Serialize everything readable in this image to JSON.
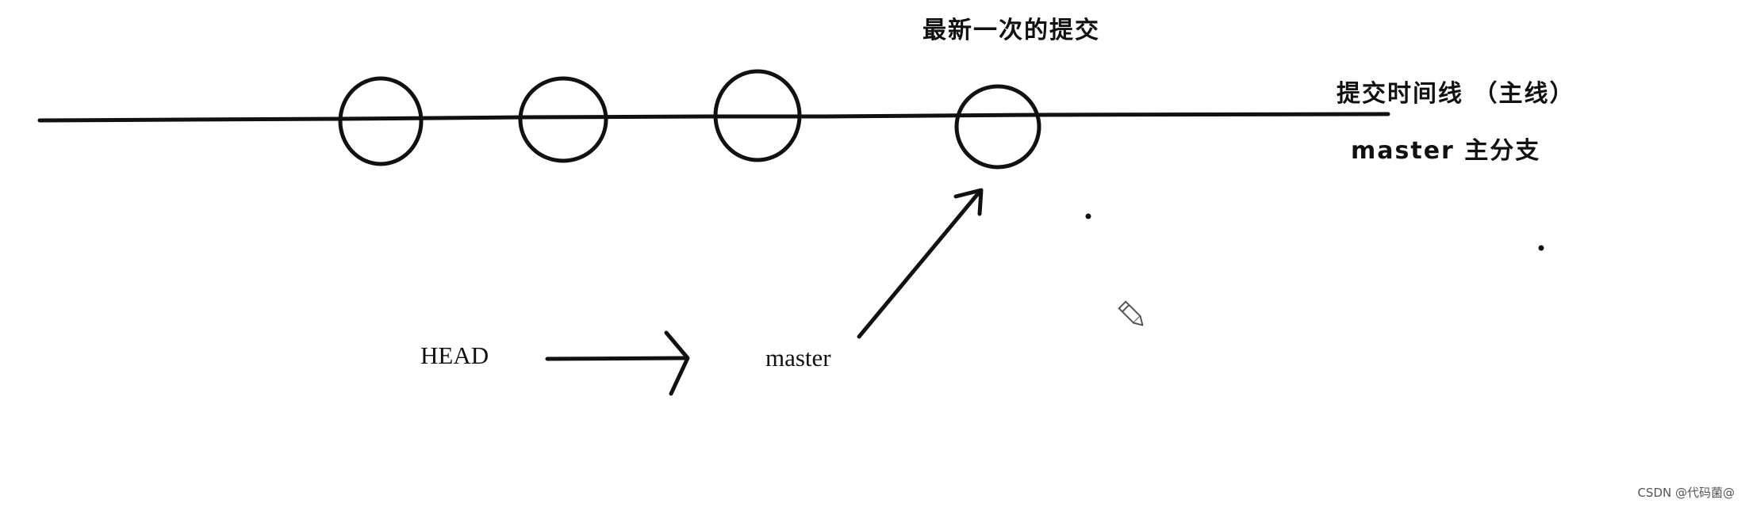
{
  "labels": {
    "latest_commit": "最新一次的提交",
    "commit_timeline": "提交时间线 （主线）",
    "master_branch": "master 主分支",
    "head": "HEAD",
    "master": "master"
  },
  "commits": [
    {
      "index": 1
    },
    {
      "index": 2
    },
    {
      "index": 3
    },
    {
      "index": 4,
      "latest": true
    }
  ],
  "watermark": "CSDN @代码菌@",
  "colors": {
    "stroke": "#111111",
    "background": "#ffffff"
  },
  "icons": {
    "cursor": "pencil-icon"
  }
}
